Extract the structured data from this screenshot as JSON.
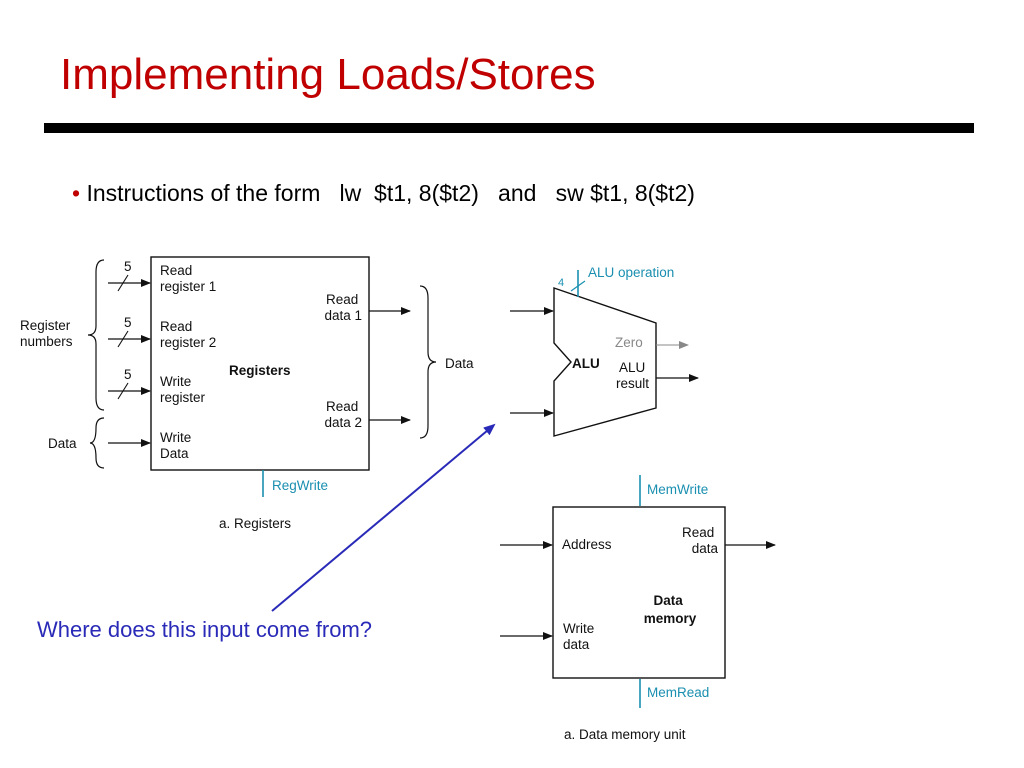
{
  "slide": {
    "title": "Implementing Loads/Stores",
    "bullet": "Instructions of the form   lw  $t1, 8($t2)   and   sw $t1, 8($t2)",
    "question": "Where does this input come from?"
  },
  "registers": {
    "bus_width": "5",
    "alu_bus_width": "4",
    "read_register_1": [
      "Read",
      "register 1"
    ],
    "read_register_2": [
      "Read",
      "register 2"
    ],
    "write_register": [
      "Write",
      "register"
    ],
    "write_data": [
      "Write",
      "Data"
    ],
    "title": "Registers",
    "read_data_1": [
      "Read",
      "data 1"
    ],
    "read_data_2": [
      "Read",
      "data 2"
    ],
    "register_numbers": [
      "Register",
      "numbers"
    ],
    "data_in": "Data",
    "data_out": "Data",
    "regwrite": "RegWrite",
    "caption": "a. Registers"
  },
  "alu": {
    "operation": "ALU operation",
    "label": "ALU",
    "zero": "Zero",
    "result": [
      "ALU",
      "result"
    ]
  },
  "memory": {
    "memwrite": "MemWrite",
    "address": "Address",
    "read_data": [
      "Read",
      "data"
    ],
    "title": [
      "Data",
      "memory"
    ],
    "write_data": [
      "Write",
      "data"
    ],
    "memread": "MemRead",
    "caption": "a. Data memory unit"
  },
  "colors": {
    "title": "#c00000",
    "question": "#2a2ab8",
    "control": "#1a8fb0",
    "arrow": "#2a2ab8"
  }
}
